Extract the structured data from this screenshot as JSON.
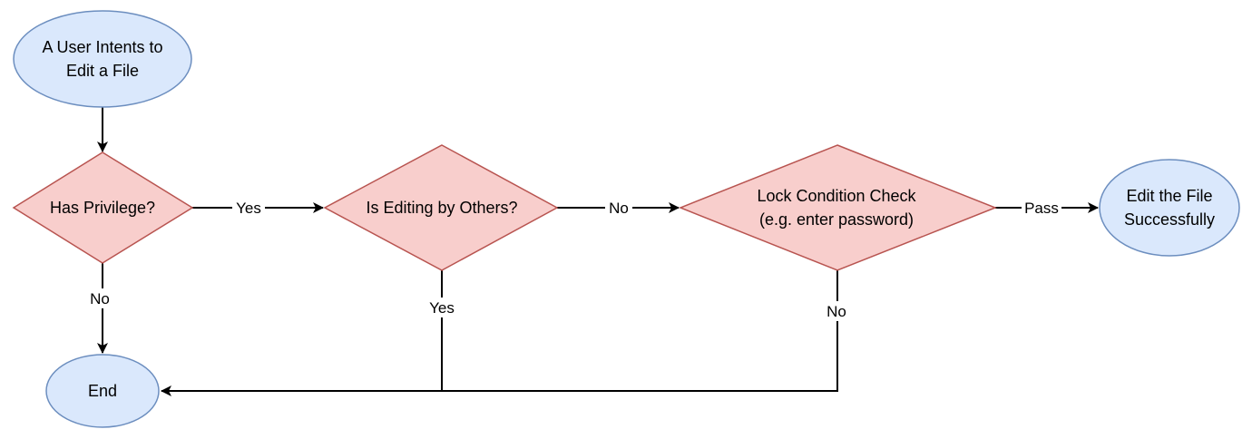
{
  "colors": {
    "terminal_fill": "#dae8fc",
    "terminal_stroke": "#6c8ebf",
    "decision_fill": "#f8cecc",
    "decision_stroke": "#b85450",
    "edge": "#000000"
  },
  "nodes": {
    "start": {
      "lines": [
        "A User Intents to",
        "Edit a File"
      ]
    },
    "privilege": {
      "lines": [
        "Has Privilege?"
      ]
    },
    "editing": {
      "lines": [
        "Is Editing by Others?"
      ]
    },
    "lock": {
      "lines": [
        "Lock Condition Check",
        "(e.g. enter password)"
      ]
    },
    "success": {
      "lines": [
        "Edit the File",
        "Successfully"
      ]
    },
    "end": {
      "lines": [
        "End"
      ]
    }
  },
  "edges": {
    "privilege_yes": "Yes",
    "privilege_no": "No",
    "editing_no": "No",
    "editing_yes": "Yes",
    "lock_pass": "Pass",
    "lock_no": "No"
  }
}
